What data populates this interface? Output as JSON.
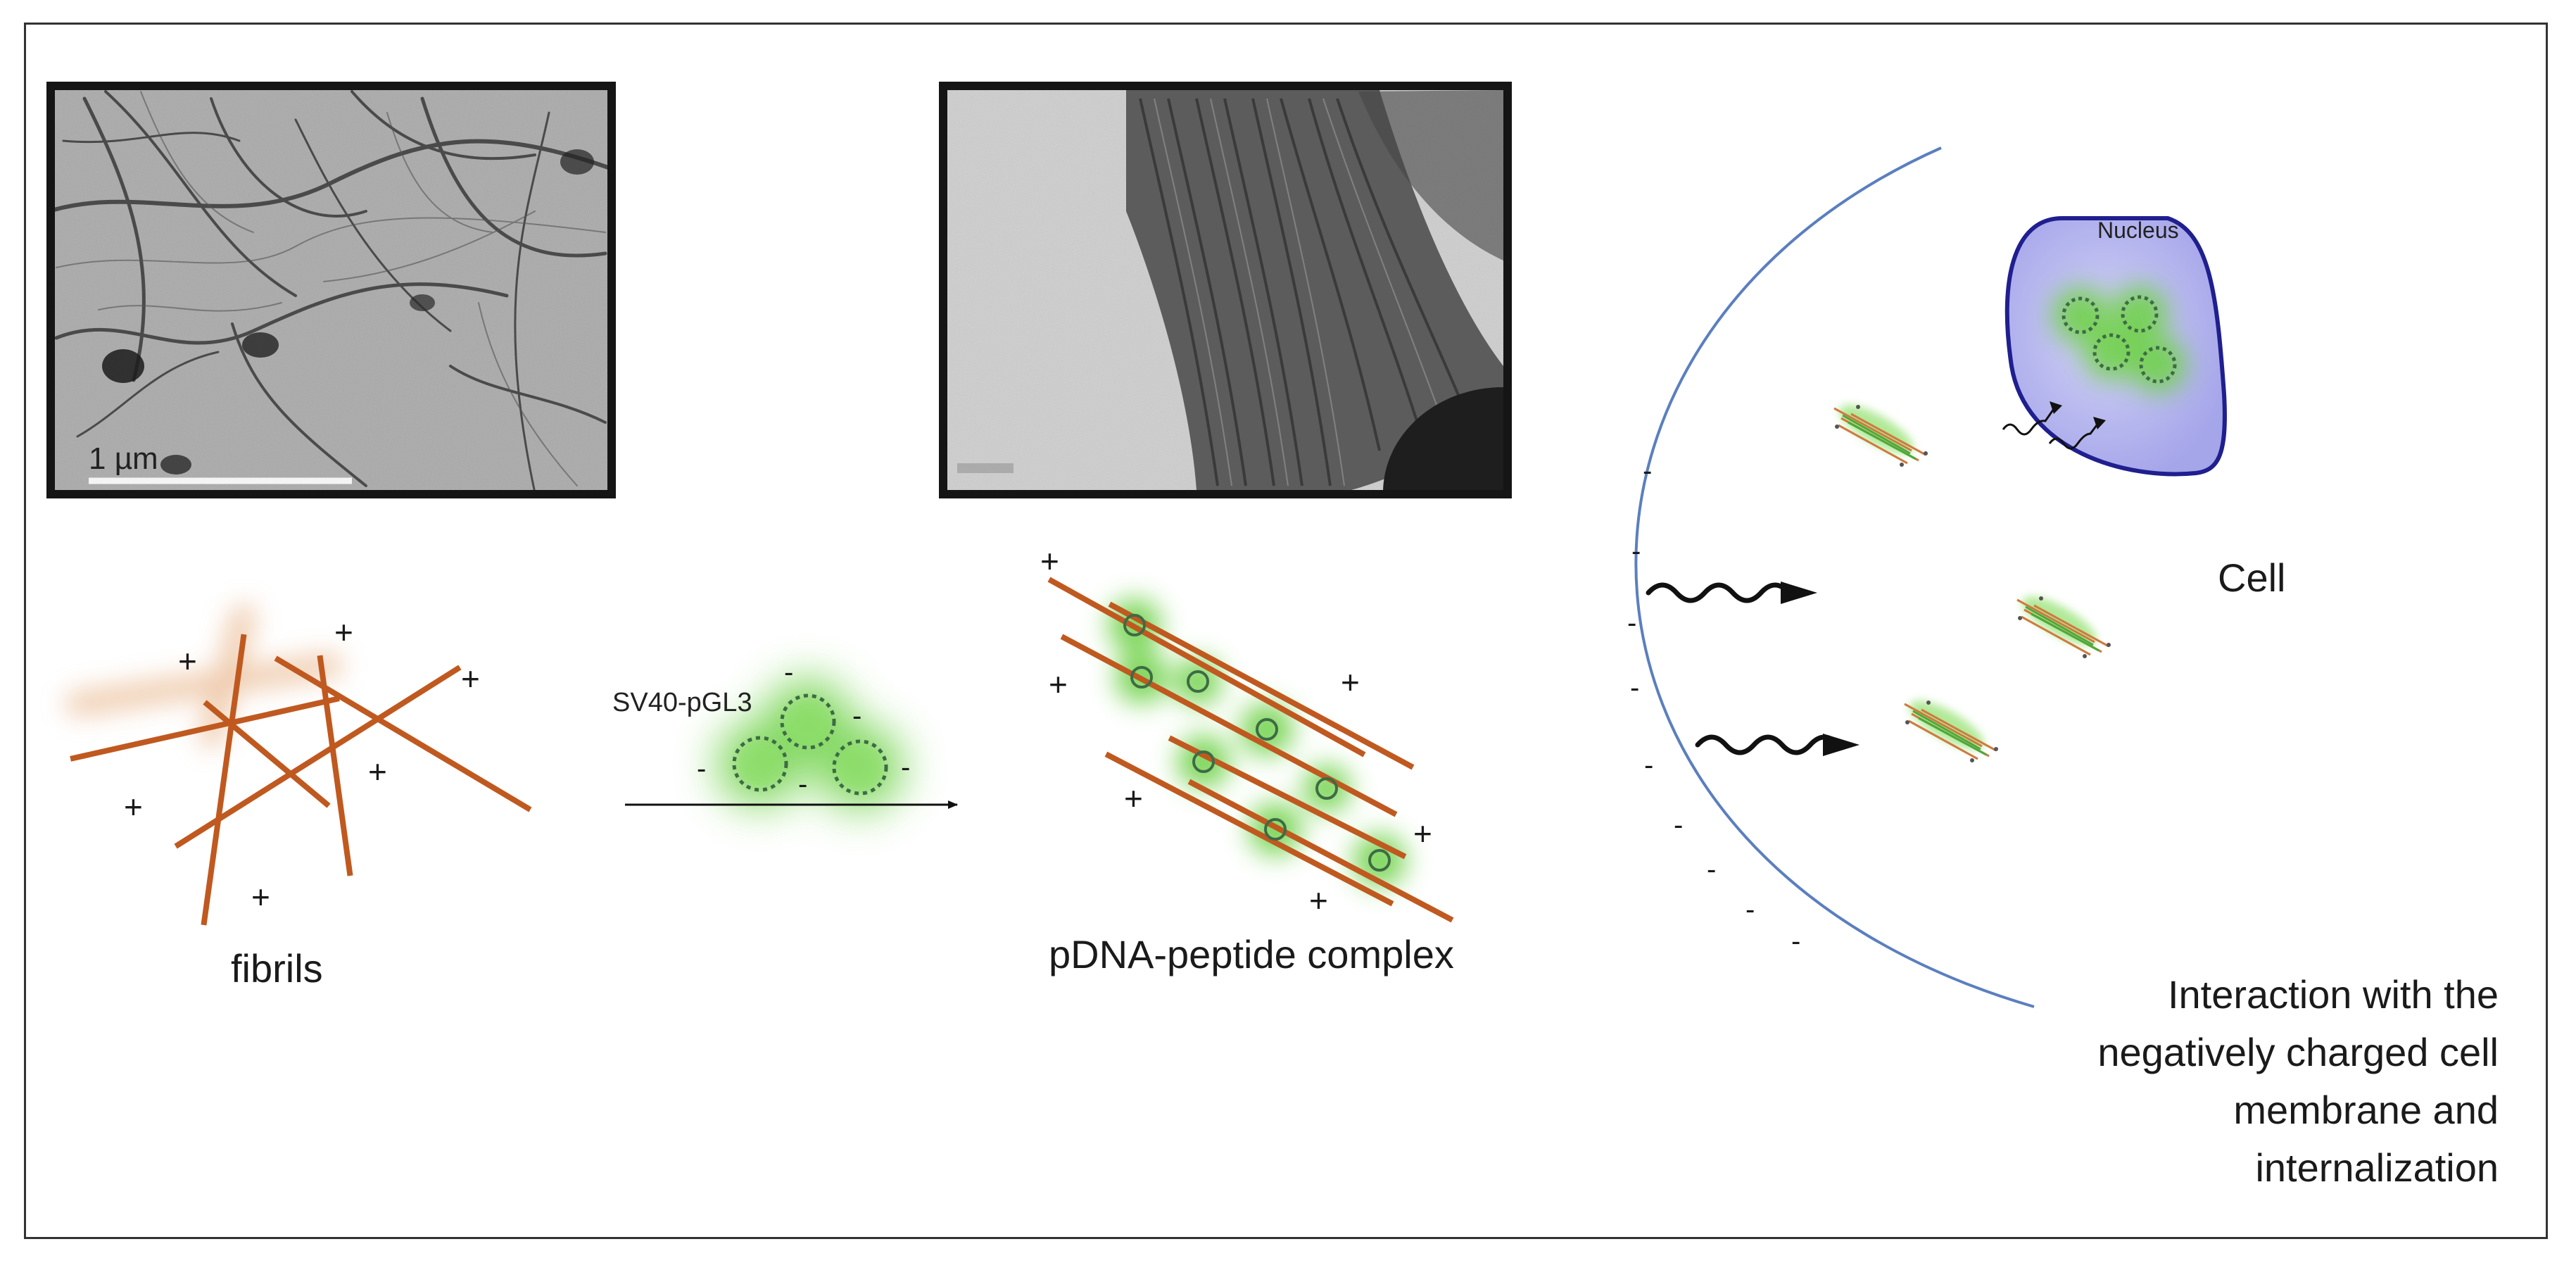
{
  "figure": {
    "tem_left": {
      "scale_label": "1 µm"
    },
    "tem_middle": {
      "scale_label": ""
    },
    "fibrils_label": "fibrils",
    "plasmid_label": "SV40-pGL3",
    "complex_label": "pDNA-peptide complex",
    "cell_label": "Cell",
    "nucleus_label": "Nucleus",
    "interaction_label": [
      "Interaction with the",
      "negatively charged cell",
      "membrane and",
      "internalization"
    ],
    "positive_sign": "+",
    "negative_sign": "-"
  },
  "colors": {
    "fibril": "#c0591f",
    "plasmid_glow": "#6fd24a",
    "plasmid_ring": "#3e6b45",
    "membrane": "#5b7fbf",
    "nucleus_fill": "#b9b9f0",
    "nucleus_stroke": "#1f1f8f"
  }
}
